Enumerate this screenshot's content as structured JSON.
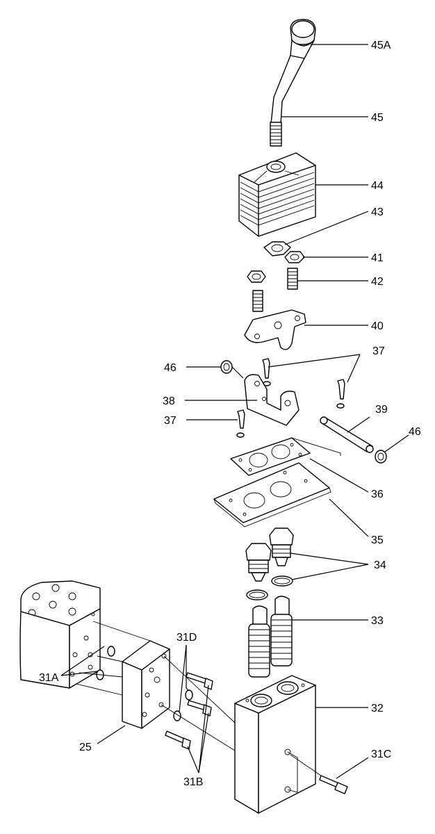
{
  "labels": {
    "l45A": "45A",
    "l45": "45",
    "l44": "44",
    "l43": "43",
    "l41": "41",
    "l42": "42",
    "l40": "40",
    "l46a": "46",
    "l37a": "37",
    "l38": "38",
    "l39": "39",
    "l37b": "37",
    "l46b": "46",
    "l36": "36",
    "l35": "35",
    "l34": "34",
    "l33": "33",
    "l31D": "31D",
    "l31A": "31A",
    "l32": "32",
    "l25": "25",
    "l31C": "31C",
    "l31B": "31B"
  }
}
